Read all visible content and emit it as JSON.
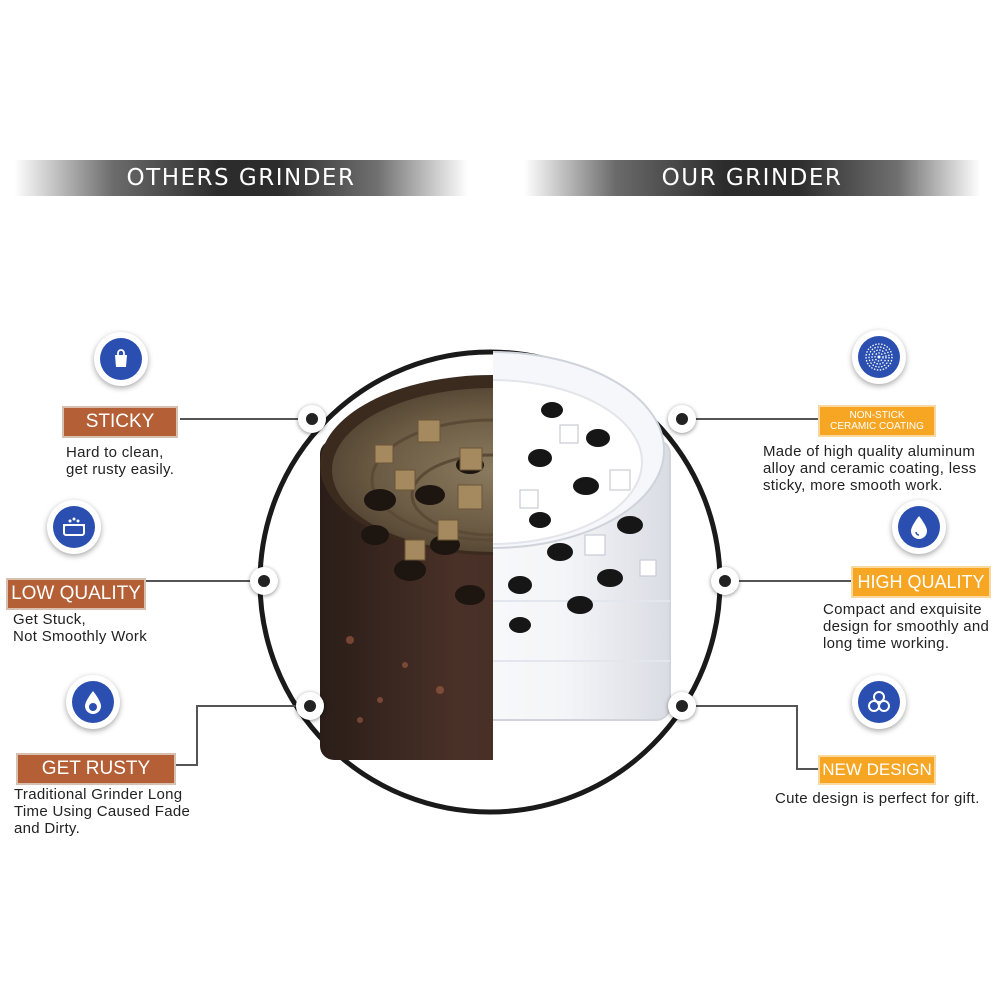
{
  "headers": {
    "others": "OTHERS GRINDER",
    "ours": "OUR GRINDER"
  },
  "others": [
    {
      "label": "STICKY",
      "desc_lines": [
        "Hard to clean,",
        "get rusty easily."
      ],
      "icon": "shopping-bag-icon"
    },
    {
      "label": "LOW QUALITY",
      "desc_lines": [
        "Get Stuck,",
        "Not Smoothly Work"
      ],
      "icon": "basket-icon"
    },
    {
      "label": "GET RUSTY",
      "desc_lines": [
        "Traditional Grinder Long",
        "Time Using Caused Fade",
        "and Dirty."
      ],
      "icon": "water-drop-icon"
    }
  ],
  "ours": [
    {
      "label_lines": [
        "NON-STICK",
        "CERAMIC COATING"
      ],
      "desc_lines": [
        "Made of high quality aluminum",
        "alloy and ceramic coating, less",
        "sticky, more smooth work."
      ],
      "icon": "target-rings-icon"
    },
    {
      "label": "HIGH QUALITY",
      "desc_lines": [
        "Compact and exquisite",
        "design for smoothly and",
        "long time working."
      ],
      "icon": "droplet-icon"
    },
    {
      "label": "NEW DESIGN",
      "desc_lines": [
        "Cute design is perfect for gift."
      ],
      "icon": "biohazard-icon"
    }
  ],
  "colors": {
    "bad_tag": "#b45f36",
    "good_tag": "#f6a623",
    "icon_blue": "#2a4fb0"
  }
}
